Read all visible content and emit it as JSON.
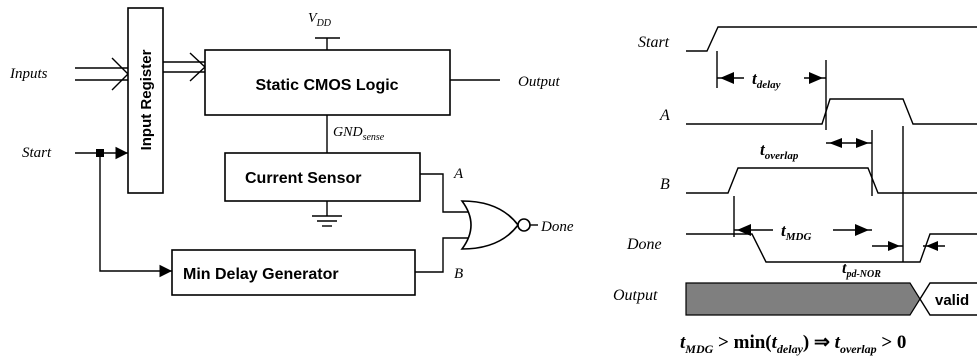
{
  "circuit": {
    "inputs_label": "Inputs",
    "start_label": "Start",
    "input_register_label": "Input Register",
    "vdd_main": "V",
    "vdd_sub": "DD",
    "logic_label": "Static CMOS Logic",
    "output_label": "Output",
    "gnd_main": "GND",
    "gnd_sub": "sense",
    "current_sensor_label": "Current Sensor",
    "min_delay_label": "Min Delay Generator",
    "a_label": "A",
    "b_label": "B",
    "done_label": "Done"
  },
  "timing": {
    "signals": [
      "Start",
      "A",
      "B",
      "Done",
      "Output"
    ],
    "valid_label": "valid",
    "t_delay_main": "t",
    "t_delay_sub": "delay",
    "t_overlap_main": "t",
    "t_overlap_sub": "overlap",
    "t_mdg_main": "t",
    "t_mdg_sub": "MDG",
    "t_pd_main": "t",
    "t_pd_sub": "pd-NOR",
    "eq_t1": "t",
    "eq_t1_sub": "MDG",
    "eq_gt_min": " > min(",
    "eq_t2": "t",
    "eq_t2_sub": "delay",
    "eq_close_impl": ") ⇒ ",
    "eq_t3": "t",
    "eq_t3_sub": "overlap",
    "eq_tail": " > 0"
  },
  "colors": {
    "output_fill": "#7f7f7f"
  }
}
